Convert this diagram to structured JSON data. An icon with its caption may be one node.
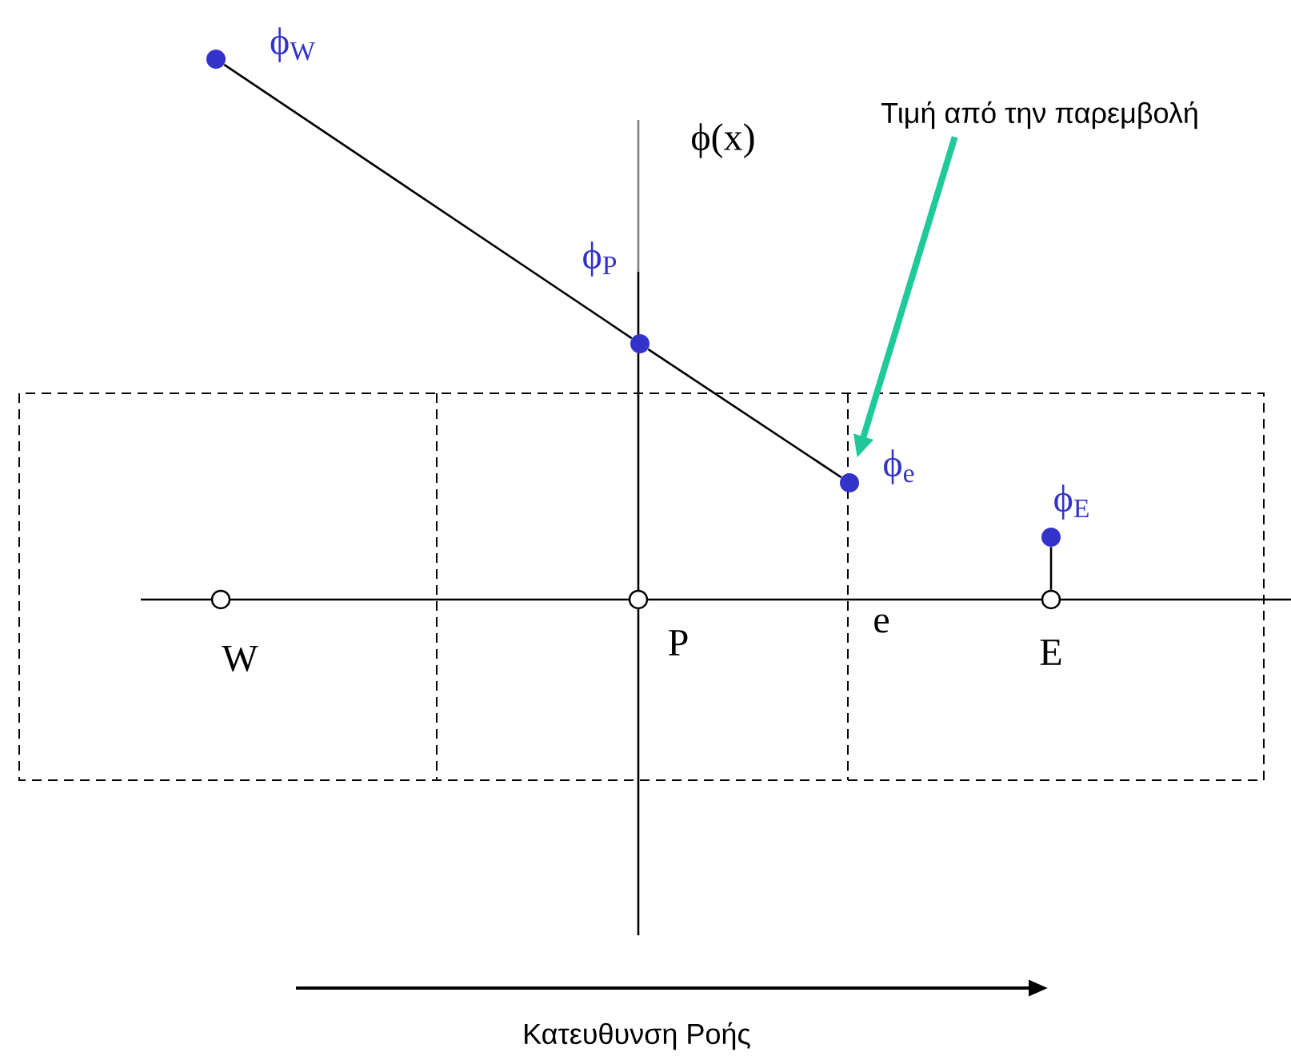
{
  "diagram": {
    "nodes": [
      {
        "text": [
          "Τιμή από την παρεμβολή"
        ]
      },
      {
        "text": [],
        "shape": "dot",
        "beside": [
          "ϕ$_{W}$"
        ]
      },
      {
        "text": [],
        "shape": "dot",
        "beside": [
          "ϕ$_{P}$"
        ]
      },
      {
        "text": [],
        "shape": "dot",
        "beside": [
          "ϕ$_{e}$"
        ]
      },
      {
        "text": [],
        "shape": "dot",
        "beside": [
          "ϕ$_{E}$"
        ]
      },
      {
        "text": [],
        "shape": "circle",
        "beside": [
          "W"
        ]
      },
      {
        "text": [],
        "shape": "circle",
        "beside": [
          "P"
        ]
      },
      {
        "text": [],
        "shape": "circle",
        "beside": [
          "E"
        ]
      }
    ],
    "edges": [
      {
        "from": 1,
        "to": 2,
        "arrow": "none"
      },
      {
        "from": 2,
        "to": 3,
        "arrow": "none"
      },
      {
        "from": 4,
        "to": 7,
        "arrow": "none"
      },
      {
        "from": 0,
        "to": 3,
        "arrow": "to",
        "style": "thick",
        "color": "#1fc99a"
      }
    ],
    "labels": [
      "ϕ(x)",
      "e",
      "Κατευθυνση Ροής"
    ]
  }
}
